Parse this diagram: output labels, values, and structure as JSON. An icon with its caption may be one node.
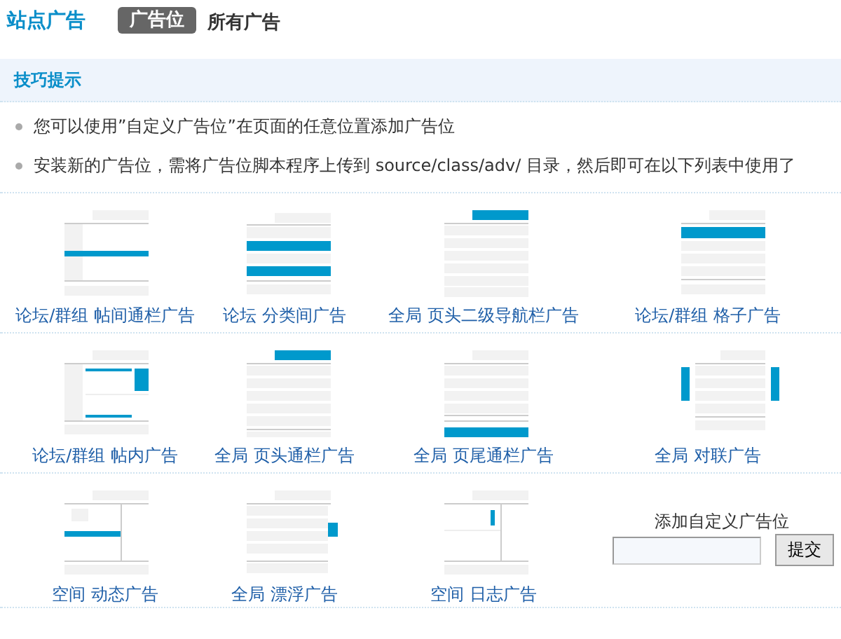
{
  "diagram": {
    "title": "站点广告",
    "nodes": [
      {
        "text": [
          "广告位"
        ]
      },
      {
        "text": [
          "技巧提示"
        ]
      },
      {
        "text": [
          "提交"
        ]
      }
    ],
    "labels": [
      "所有广告",
      "您可以使用”自定义广告位”在页面的任意位置添加广告位",
      "安装新的广告位，需将广告位脚本程序上传到 source/class/adv/ 目录，然后即可在以下列表中使用了",
      "论坛/群组 帖间通栏广告",
      "论坛 分类间广告",
      "全局 页头二级导航栏广告",
      "论坛/群组 格子广告",
      "论坛/群组 帖内广告",
      "全局 页头通栏广告",
      "全局 页尾通栏广告",
      "全局 对联广告",
      "空间 动态广告",
      "全局 漂浮广告",
      "空间 日志广告",
      "添加自定义广告位"
    ]
  }
}
